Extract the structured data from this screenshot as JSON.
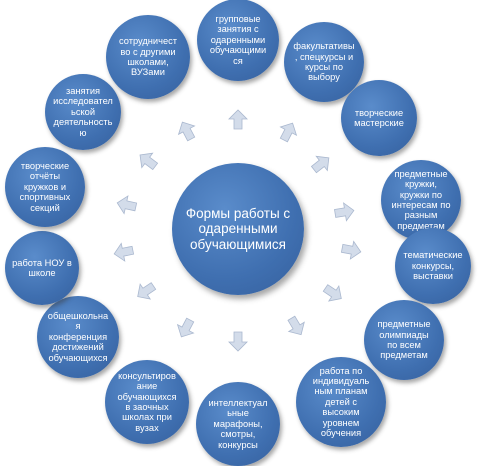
{
  "center": {
    "label": "Формы работы с\nодаренными\nобучающимися"
  },
  "nodes": [
    {
      "id": "group-classes",
      "label": "групповые\nзанятия с\nодаренными\nобучающими\nся"
    },
    {
      "id": "electives",
      "label": "факультативы\n, спецкурсы и\nкурсы по\nвыбору"
    },
    {
      "id": "workshops",
      "label": "творческие\nмастерские"
    },
    {
      "id": "subject-clubs",
      "label": "предметные\nкружки,\nкружки по\nинтересам по\nразным\nпредметам"
    },
    {
      "id": "contests",
      "label": "тематические\nконкурсы,\nвыставки"
    },
    {
      "id": "olympiads",
      "label": "предметные\nолимпиады\nпо всем\nпредметам"
    },
    {
      "id": "individual-plans",
      "label": "работа по\nиндивидуаль\nным планам\nдетей с\nвысоким\nуровнем\nобучения"
    },
    {
      "id": "marathons",
      "label": "интеллектуал\nьные\nмарафоны,\nсмотры,\nконкурсы"
    },
    {
      "id": "correspondence",
      "label": "консультиров\nание\nобучающихся\nв заочных\nшколах при\nвузах"
    },
    {
      "id": "school-conference",
      "label": "общешкольна\nя\nконференция\nдостижений\nобучающихся"
    },
    {
      "id": "nou-work",
      "label": "работа НОУ в\nшколе"
    },
    {
      "id": "creative-reports",
      "label": "творческие\nотчёты\nкружков и\nспортивных\nсекций"
    },
    {
      "id": "research",
      "label": "занятия\nисследовател\nьской\nдеятельность\nю"
    },
    {
      "id": "cooperation",
      "label": "сотрудничест\nво с другими\nшколами,\nВУЗами"
    }
  ],
  "colors": {
    "node_fill": "#3f6fb0",
    "text": "#ffffff",
    "arrow_fill": "#d3dcea",
    "arrow_stroke": "#aab8cf"
  },
  "icon": "arrow-icon"
}
